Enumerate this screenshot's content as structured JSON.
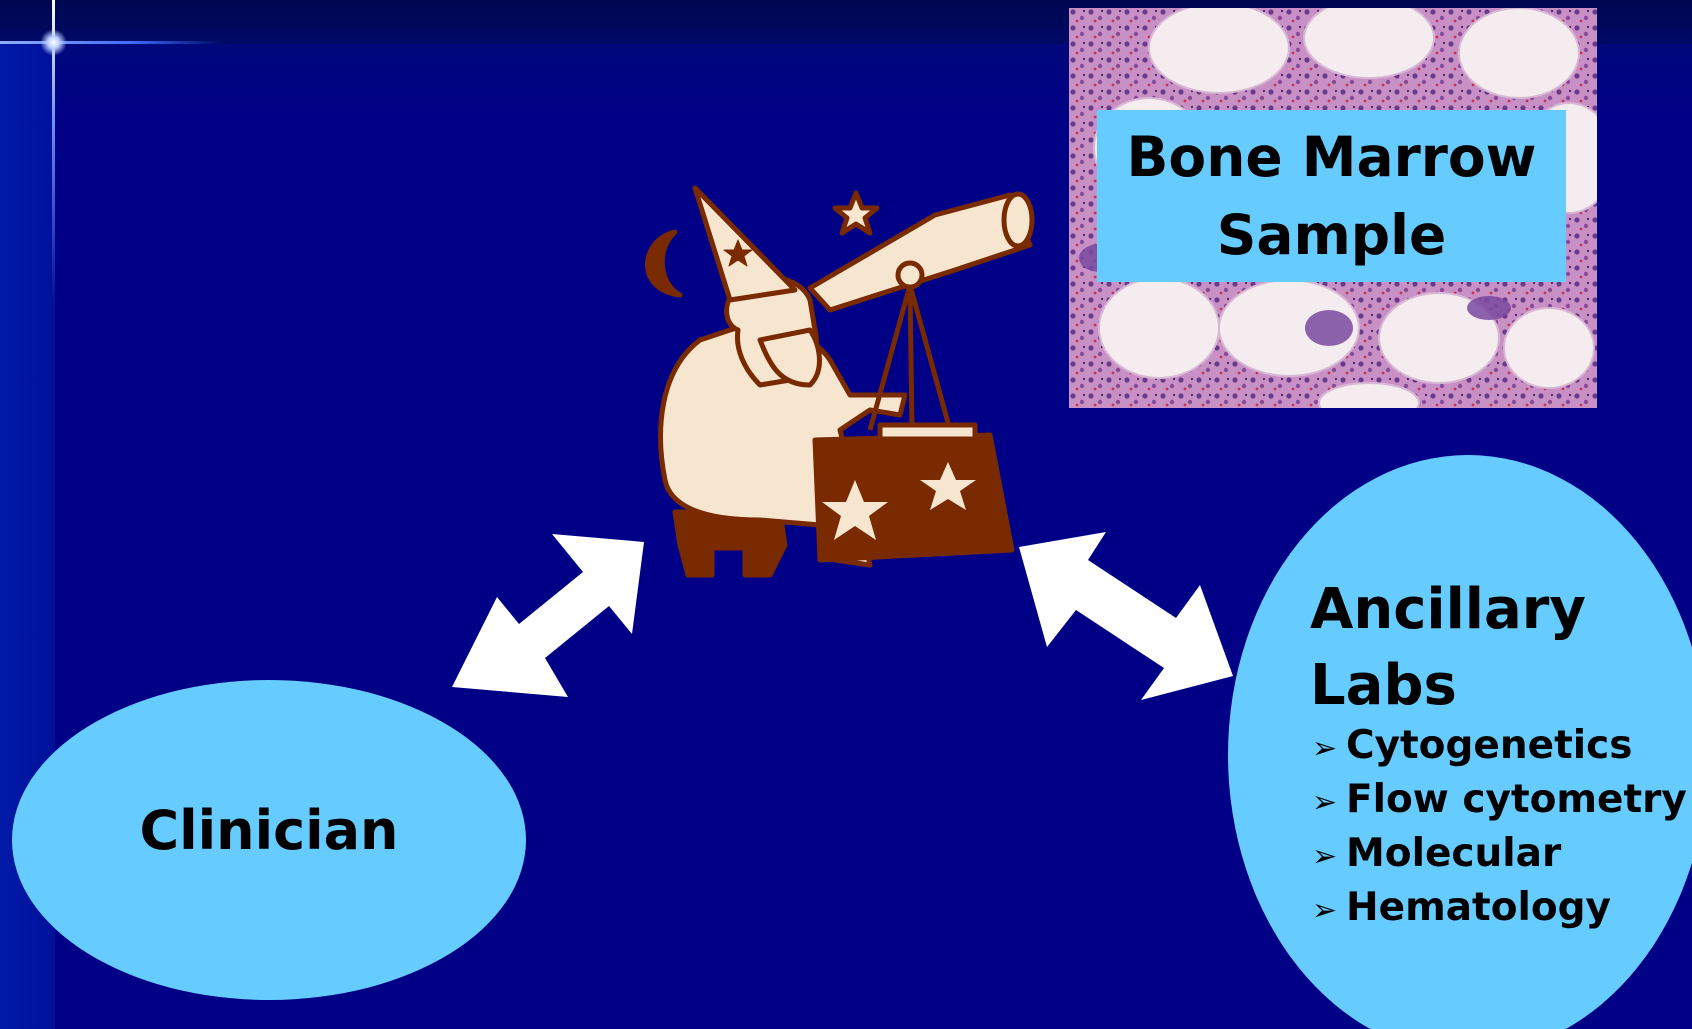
{
  "diagram": {
    "sample_label": [
      "Bone Marrow",
      "Sample"
    ],
    "center_node": "astronomer-with-telescope",
    "left_node": "Clinician",
    "right_node": {
      "title": [
        "Ancillary",
        "Labs"
      ],
      "items": [
        "Cytogenetics",
        "Flow cytometry",
        "Molecular",
        "Hematology"
      ],
      "bullet": "➢"
    },
    "connections": [
      {
        "from": "Clinician",
        "to": "astronomer-with-telescope",
        "type": "bidirectional"
      },
      {
        "from": "astronomer-with-telescope",
        "to": "Ancillary Labs",
        "type": "bidirectional"
      }
    ]
  },
  "colors": {
    "background": "#000086",
    "node_fill": "#66ccff",
    "text": "#000000",
    "arrow": "#ffffff",
    "illustration_brown": "#7a2a00",
    "illustration_cream": "#f6e6cf"
  }
}
